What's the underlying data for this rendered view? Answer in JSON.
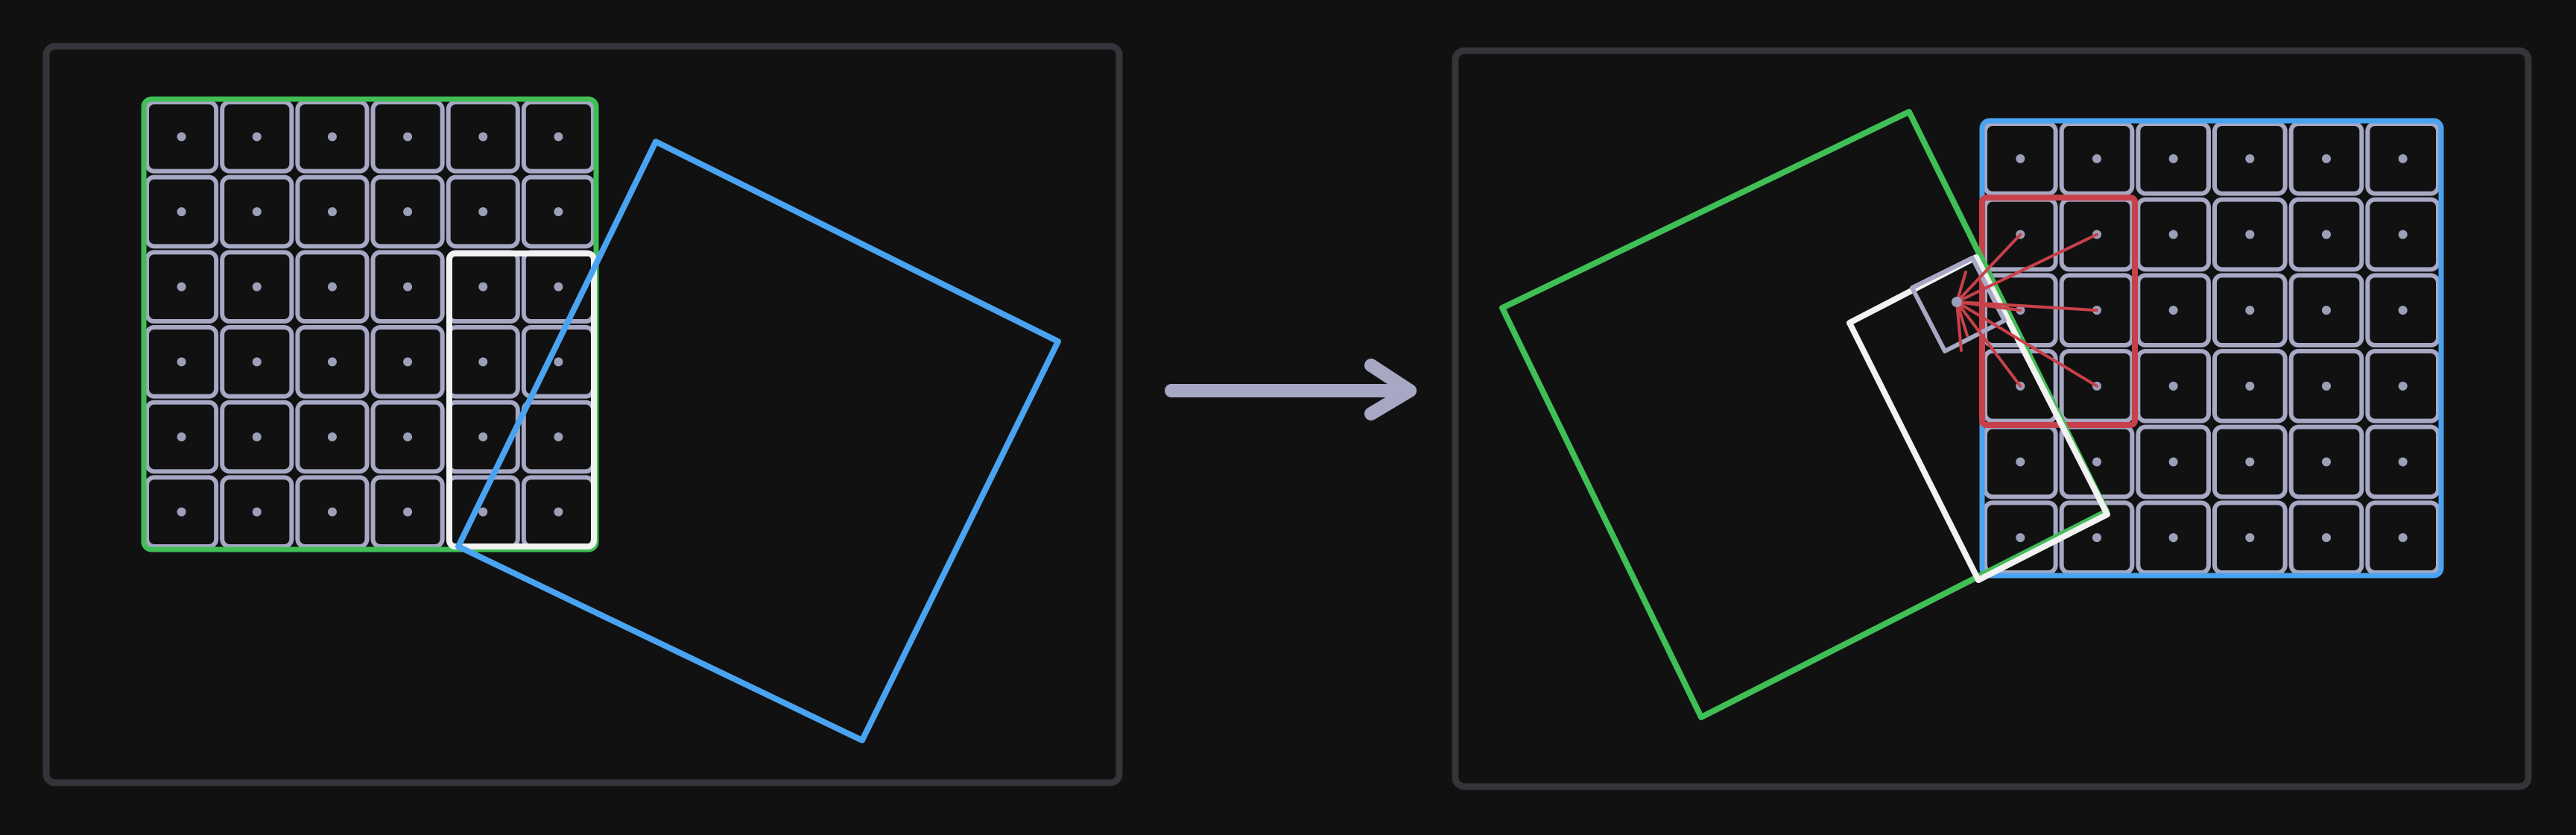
{
  "colors": {
    "background": "#111112",
    "frame": "#34343a",
    "grid": "#a6a8c4",
    "dot": "#9c9fb8",
    "green": "#3fbf55",
    "blue": "#4aa3f0",
    "white": "#f2f2f2",
    "red": "#c8414a",
    "arrow": "#a6a8c4"
  },
  "icons": {
    "arrow": "arrow-right-icon"
  },
  "diagram": {
    "grid_rows": 6,
    "grid_cols": 6,
    "right_grid_rows": 6,
    "right_grid_cols": 6,
    "highlight_rows": 3,
    "highlight_cols": 2
  }
}
